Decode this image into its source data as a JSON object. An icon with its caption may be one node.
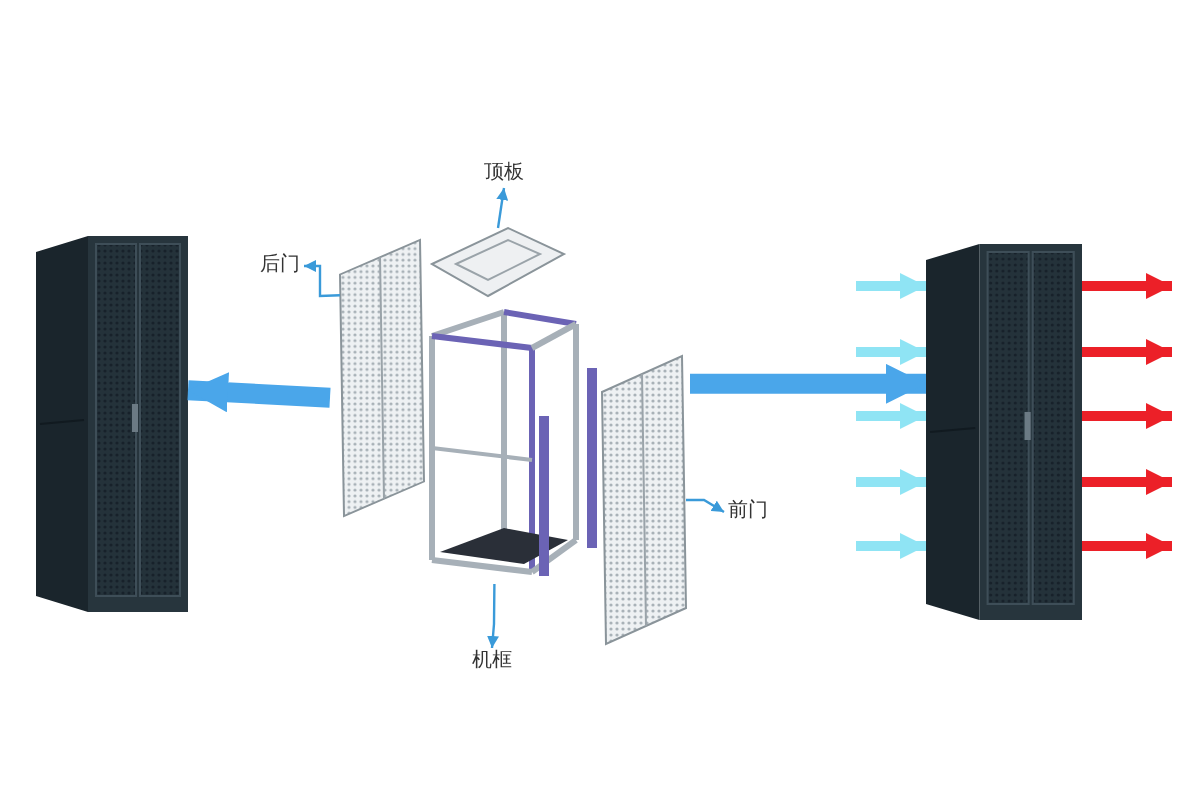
{
  "diagram": {
    "nodes": [
      {
        "text": [],
        "shape": "picture"
      },
      {
        "text": [],
        "shape": "picture"
      },
      {
        "text": [],
        "shape": "picture",
        "in": 1
      },
      {
        "text": [],
        "shape": "picture",
        "in": 1
      },
      {
        "text": [],
        "shape": "picture",
        "in": 1
      },
      {
        "text": [],
        "shape": "picture",
        "in": 1
      },
      {
        "text": [
          "后门"
        ]
      },
      {
        "text": [
          "顶板"
        ]
      },
      {
        "text": [
          "前门"
        ]
      },
      {
        "text": [
          "机框"
        ]
      },
      {
        "text": [],
        "shape": "picture"
      }
    ],
    "edges": [
      {
        "from": 2,
        "to": 6,
        "arrow": "to",
        "color": "#3a9ad9"
      },
      {
        "from": 3,
        "to": 7,
        "arrow": "to",
        "color": "#3a9ad9"
      },
      {
        "from": 5,
        "to": 8,
        "arrow": "to",
        "color": "#3a9ad9"
      },
      {
        "from": 4,
        "to": 9,
        "arrow": "to",
        "color": "#3a9ad9"
      },
      {
        "from": 1,
        "to": 0,
        "arrow": "to",
        "style": "thick",
        "color": "#4aa6ea"
      },
      {
        "from": 1,
        "to": 10,
        "arrow": "to",
        "style": "thick",
        "color": "#4aa6ea"
      },
      {
        "from": null,
        "to": 10,
        "arrow": "to",
        "color": "#8fe4f4"
      },
      {
        "from": null,
        "to": 10,
        "arrow": "to",
        "color": "#8fe4f4"
      },
      {
        "from": null,
        "to": 10,
        "arrow": "to",
        "color": "#8fe4f4"
      },
      {
        "from": null,
        "to": 10,
        "arrow": "to",
        "color": "#8fe4f4"
      },
      {
        "from": null,
        "to": 10,
        "arrow": "to",
        "color": "#8fe4f4"
      },
      {
        "from": 10,
        "to": null,
        "arrow": "to",
        "color": "#ec2028"
      },
      {
        "from": 10,
        "to": null,
        "arrow": "to",
        "color": "#ec2028"
      },
      {
        "from": 10,
        "to": null,
        "arrow": "to",
        "color": "#ec2028"
      },
      {
        "from": 10,
        "to": null,
        "arrow": "to",
        "color": "#ec2028"
      },
      {
        "from": 10,
        "to": null,
        "arrow": "to",
        "color": "#ec2028"
      }
    ]
  }
}
